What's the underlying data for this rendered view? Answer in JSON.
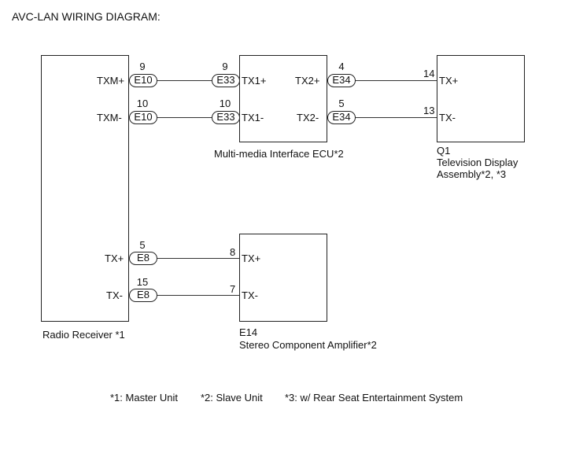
{
  "title": "AVC-LAN WIRING DIAGRAM:",
  "components": {
    "radio_receiver": {
      "name": "Radio Receiver *1"
    },
    "mmi_ecu": {
      "name": "Multi-media Interface ECU*2"
    },
    "tv_display": {
      "code": "Q1",
      "name_line1": "Television Display",
      "name_line2": "Assembly*2, *3"
    },
    "amplifier": {
      "code": "E14",
      "name": "Stereo Component Amplifier*2"
    }
  },
  "wires": [
    {
      "from_terminal": "TXM+",
      "from_pin": "9",
      "from_conn": "E10",
      "to_pin": "9",
      "to_conn": "E33",
      "to_terminal": "TX1+"
    },
    {
      "from_terminal": "TXM-",
      "from_pin": "10",
      "from_conn": "E10",
      "to_pin": "10",
      "to_conn": "E33",
      "to_terminal": "TX1-"
    },
    {
      "from_terminal": "TX2+",
      "from_pin": "4",
      "from_conn": "E34",
      "to_pin": "14",
      "to_terminal": "TX+"
    },
    {
      "from_terminal": "TX2-",
      "from_pin": "5",
      "from_conn": "E34",
      "to_pin": "13",
      "to_terminal": "TX-"
    },
    {
      "from_terminal": "TX+",
      "from_pin": "5",
      "from_conn": "E8",
      "to_pin": "8",
      "to_terminal": "TX+"
    },
    {
      "from_terminal": "TX-",
      "from_pin": "15",
      "from_conn": "E8",
      "to_pin": "7",
      "to_terminal": "TX-"
    }
  ],
  "notes": [
    "*1: Master Unit",
    "*2: Slave Unit",
    "*3: w/ Rear Seat Entertainment System"
  ]
}
